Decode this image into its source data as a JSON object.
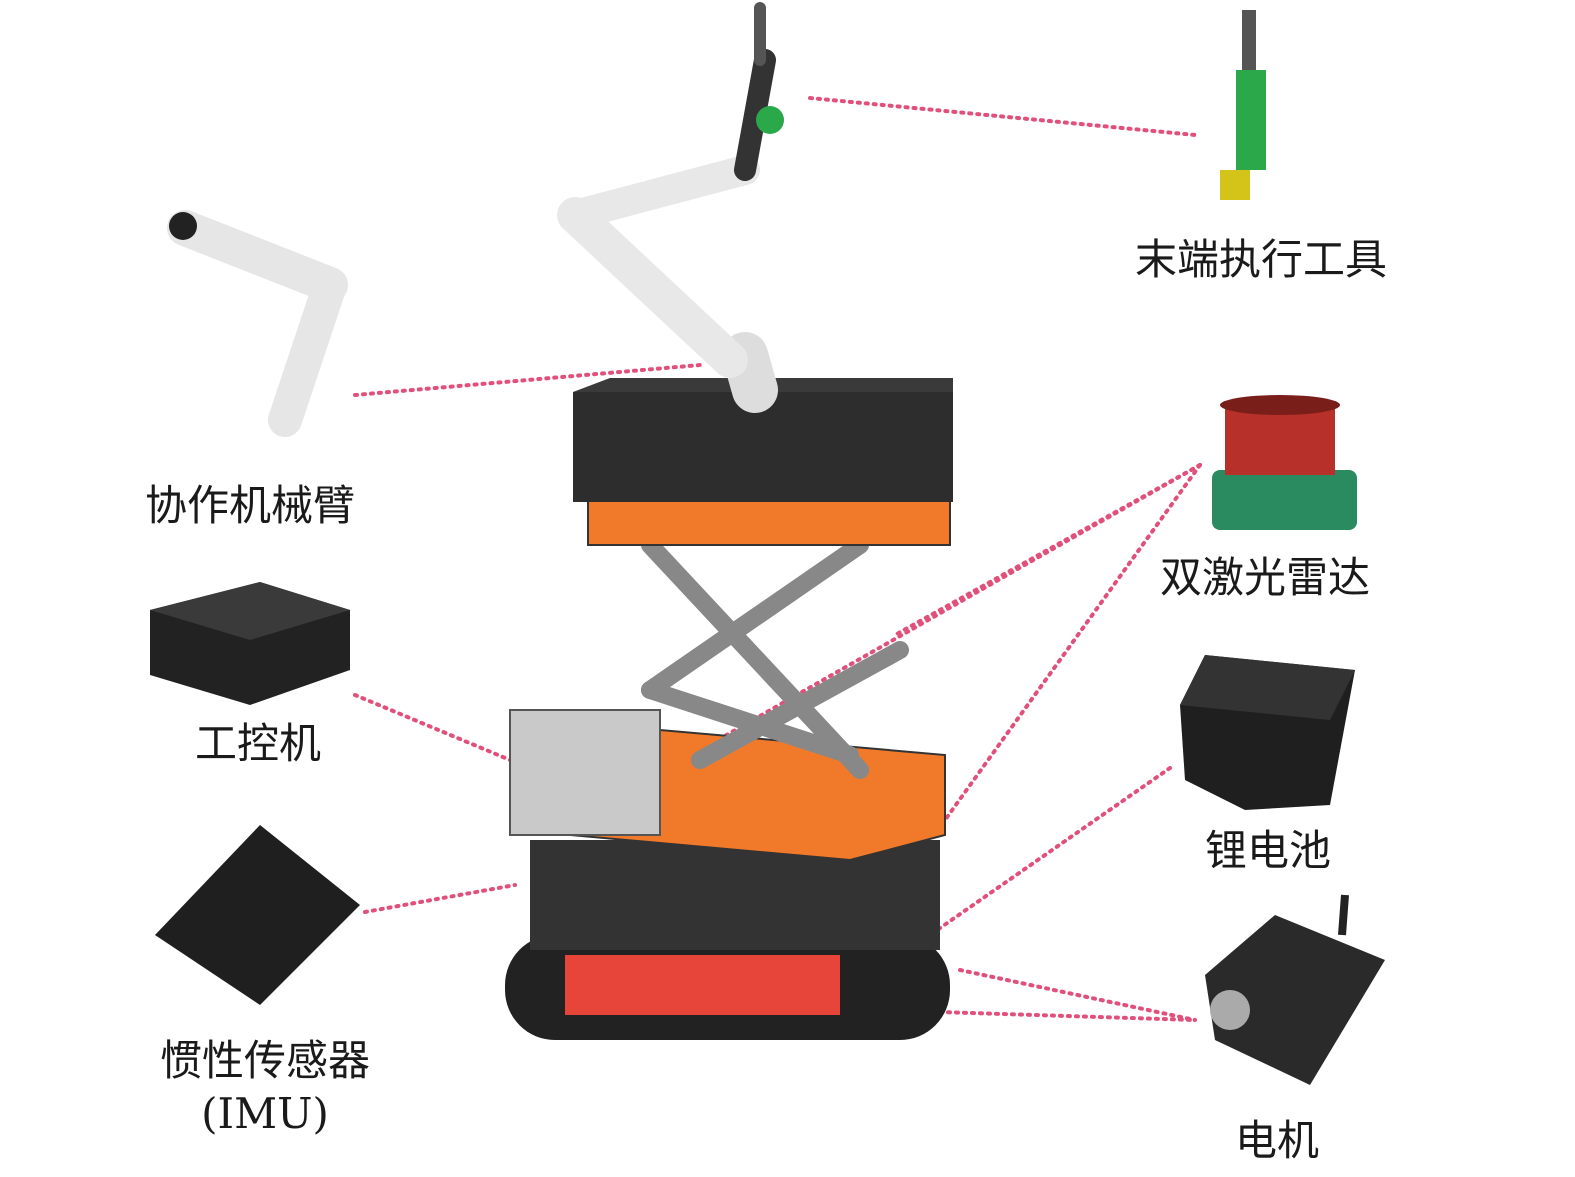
{
  "labels": {
    "end_effector": "末端执行工具",
    "cobot_arm": "协作机械臂",
    "dual_lidar": "双激光雷达",
    "industrial_pc": "工控机",
    "lithium_battery": "锂电池",
    "imu_line1": "惯性传感器",
    "imu_line2": "(IMU)",
    "motor": "电机"
  },
  "colors": {
    "leader_line": "#e0507a",
    "orange": "#f07a2a",
    "dark_body": "#2d2d2d",
    "accent_green": "#2aa84a",
    "lidar_red": "#b8302a"
  }
}
